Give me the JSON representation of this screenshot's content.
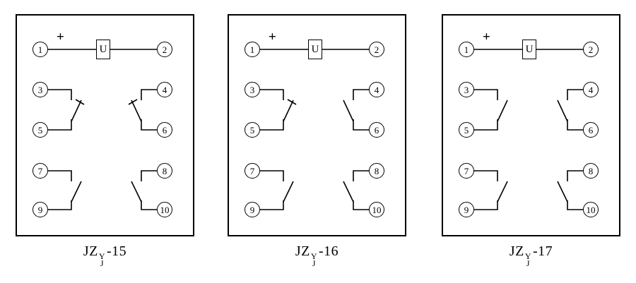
{
  "figure": {
    "background": "#ffffff",
    "line_color": "#000000"
  },
  "diagrams": [
    {
      "caption": {
        "prefix": "JZ",
        "sup": "Y",
        "sub": "J",
        "suffix": "-15"
      },
      "polarity_mark": "+",
      "coil_label": "U",
      "terminals": [
        "1",
        "2",
        "3",
        "4",
        "5",
        "6",
        "7",
        "8",
        "9",
        "10"
      ],
      "contacts": [
        {
          "between": [
            "3",
            "5"
          ],
          "type": "NC"
        },
        {
          "between": [
            "4",
            "6"
          ],
          "type": "NC"
        },
        {
          "between": [
            "7",
            "9"
          ],
          "type": "NO"
        },
        {
          "between": [
            "8",
            "10"
          ],
          "type": "NO"
        }
      ]
    },
    {
      "caption": {
        "prefix": "JZ",
        "sup": "Y",
        "sub": "J",
        "suffix": "-16"
      },
      "polarity_mark": "+",
      "coil_label": "U",
      "terminals": [
        "1",
        "2",
        "3",
        "4",
        "5",
        "6",
        "7",
        "8",
        "9",
        "10"
      ],
      "contacts": [
        {
          "between": [
            "3",
            "5"
          ],
          "type": "NC"
        },
        {
          "between": [
            "4",
            "6"
          ],
          "type": "NO"
        },
        {
          "between": [
            "7",
            "9"
          ],
          "type": "NO"
        },
        {
          "between": [
            "8",
            "10"
          ],
          "type": "NO"
        }
      ]
    },
    {
      "caption": {
        "prefix": "JZ",
        "sup": "Y",
        "sub": "J",
        "suffix": "-17"
      },
      "polarity_mark": "+",
      "coil_label": "U",
      "terminals": [
        "1",
        "2",
        "3",
        "4",
        "5",
        "6",
        "7",
        "8",
        "9",
        "10"
      ],
      "contacts": [
        {
          "between": [
            "3",
            "5"
          ],
          "type": "NO"
        },
        {
          "between": [
            "4",
            "6"
          ],
          "type": "NO"
        },
        {
          "between": [
            "7",
            "9"
          ],
          "type": "NO"
        },
        {
          "between": [
            "8",
            "10"
          ],
          "type": "NO"
        }
      ]
    }
  ]
}
